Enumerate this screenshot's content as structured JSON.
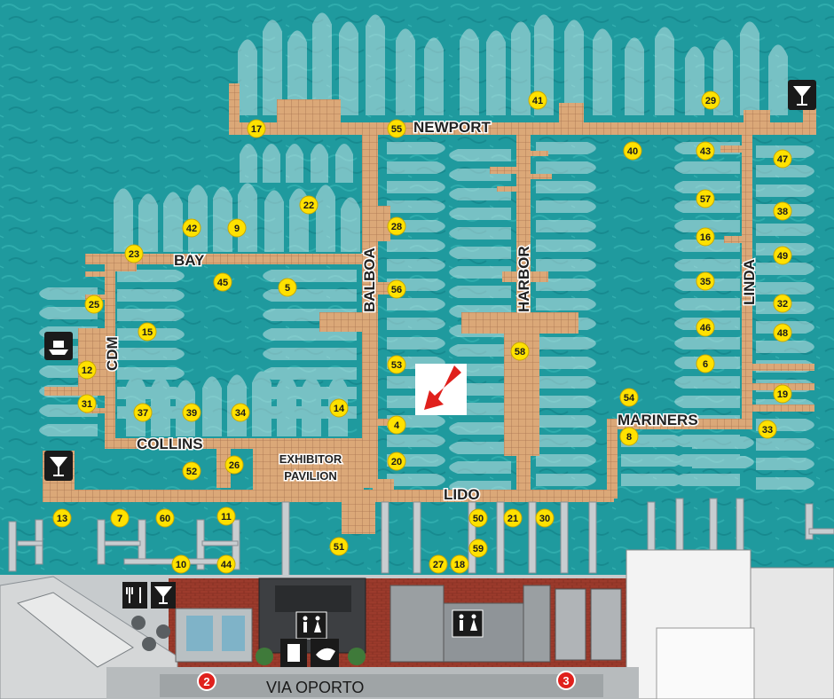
{
  "docks": {
    "newport": "NEWPORT",
    "bay": "BAY",
    "balboa": "BALBOA",
    "harbor": "HARBOR",
    "linda": "LINDA",
    "cdm": "CDM",
    "collins": "COLLINS",
    "mariners": "MARINERS",
    "lido": "LIDO"
  },
  "pavilion": {
    "line1": "EXHIBITOR",
    "line2": "PAVILION"
  },
  "street": {
    "name": "VIA OPORTO"
  },
  "markers": {
    "m2": "2",
    "m3": "3"
  },
  "slips": [
    "41",
    "29",
    "17",
    "55",
    "40",
    "43",
    "47",
    "22",
    "42",
    "9",
    "28",
    "57",
    "38",
    "23",
    "16",
    "49",
    "45",
    "5",
    "56",
    "35",
    "32",
    "25",
    "15",
    "46",
    "48",
    "58",
    "53",
    "6",
    "12",
    "19",
    "54",
    "31",
    "37",
    "39",
    "34",
    "14",
    "4",
    "33",
    "8",
    "26",
    "52",
    "20",
    "13",
    "7",
    "60",
    "11",
    "50",
    "21",
    "30",
    "51",
    "59",
    "27",
    "18",
    "10",
    "44"
  ],
  "icons": [
    "cocktail-icon",
    "cocktail-icon",
    "ferry-icon",
    "restroom-icon",
    "restroom-icon",
    "restaurant-icon",
    "cocktail-icon",
    "brochure-icon",
    "hand-icon"
  ],
  "colors": {
    "water": "#1f9a9e",
    "dock": "#d9a57a",
    "slip_marker": "#ffe100",
    "arrow": "#e0201c"
  }
}
